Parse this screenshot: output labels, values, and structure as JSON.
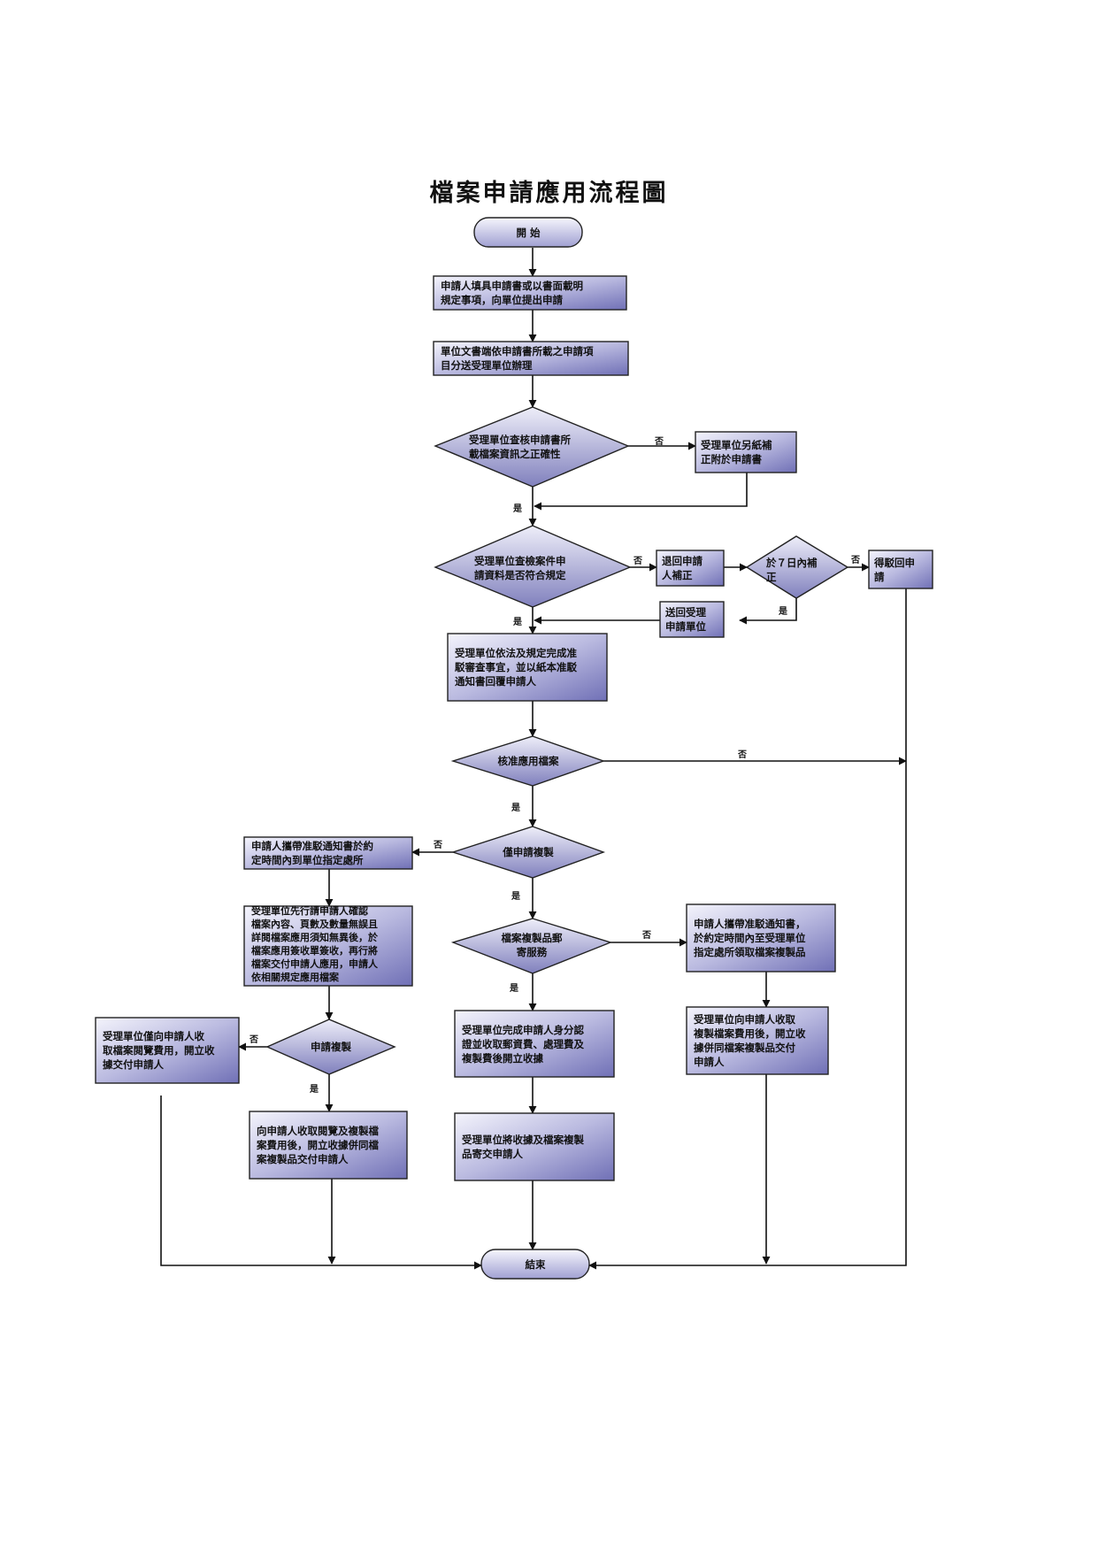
{
  "title": "檔案申請應用流程圖",
  "colors": {
    "fill_light": "#f4f4fc",
    "fill_dark": "#7070b6",
    "stroke": "#222222"
  },
  "nodes": {
    "start": "開 始",
    "apply": "申請人填具申請書或以書面載明\n規定事項，向單位提出申請",
    "dispatch": "單位文書端依申請書所載之申請項\n目分送受理單位辦理",
    "check_info": "受理單位查核申請書所\n載檔案資訊之正確性",
    "supplement": "受理單位另紙補\n正附於申請書",
    "check_docs": "受理單位查檢案件申\n請資料是否符合規定",
    "return_fix": "退回申請\n人補正",
    "fix_7days": "於７日內補\n正",
    "reject": "得駁回申\n請",
    "return_unit": "送回受理\n申請單位",
    "review": "受理單位依法及規定完成准\n駁審查事宜，並以紙本准駁\n通知書回覆申請人",
    "approve": "核准應用檔案",
    "copy_only": "僅申請複製",
    "visit": "申請人攜帶准駁通知書於約\n定時間內到單位指定處所",
    "confirm": "受理單位先行請申請人確認\n檔案內容、頁數及數量無誤且\n詳閱檔案應用須知無異後，於\n檔案應用簽收單簽收，再行將\n檔案交付申請人應用，申請人\n依相關規定應用檔案",
    "apply_copy": "申請複製",
    "fee_view": "受理單位僅向申請人收\n取檔案閱覽費用，開立收\n據交付申請人",
    "fee_both": "向申請人收取閱覽及複製檔\n案費用後，開立收據併同檔\n案複製品交付申請人",
    "mail_service": "檔案複製品郵\n寄服務",
    "pickup": "申請人攜帶准駁通知書，\n於約定時間內至受理單位\n指定處所領取檔案複製品",
    "verify": "受理單位完成申請人身分認\n證並收取郵資費、處理費及\n複製費後開立收據",
    "fee_copy": "受理單位向申請人收取\n複製檔案費用後，開立收\n據併同檔案複製品交付\n申請人",
    "send": "受理單位將收據及檔案複製\n品寄交申請人",
    "end": "結束"
  },
  "edges": {
    "yes": "是",
    "no": "否"
  }
}
